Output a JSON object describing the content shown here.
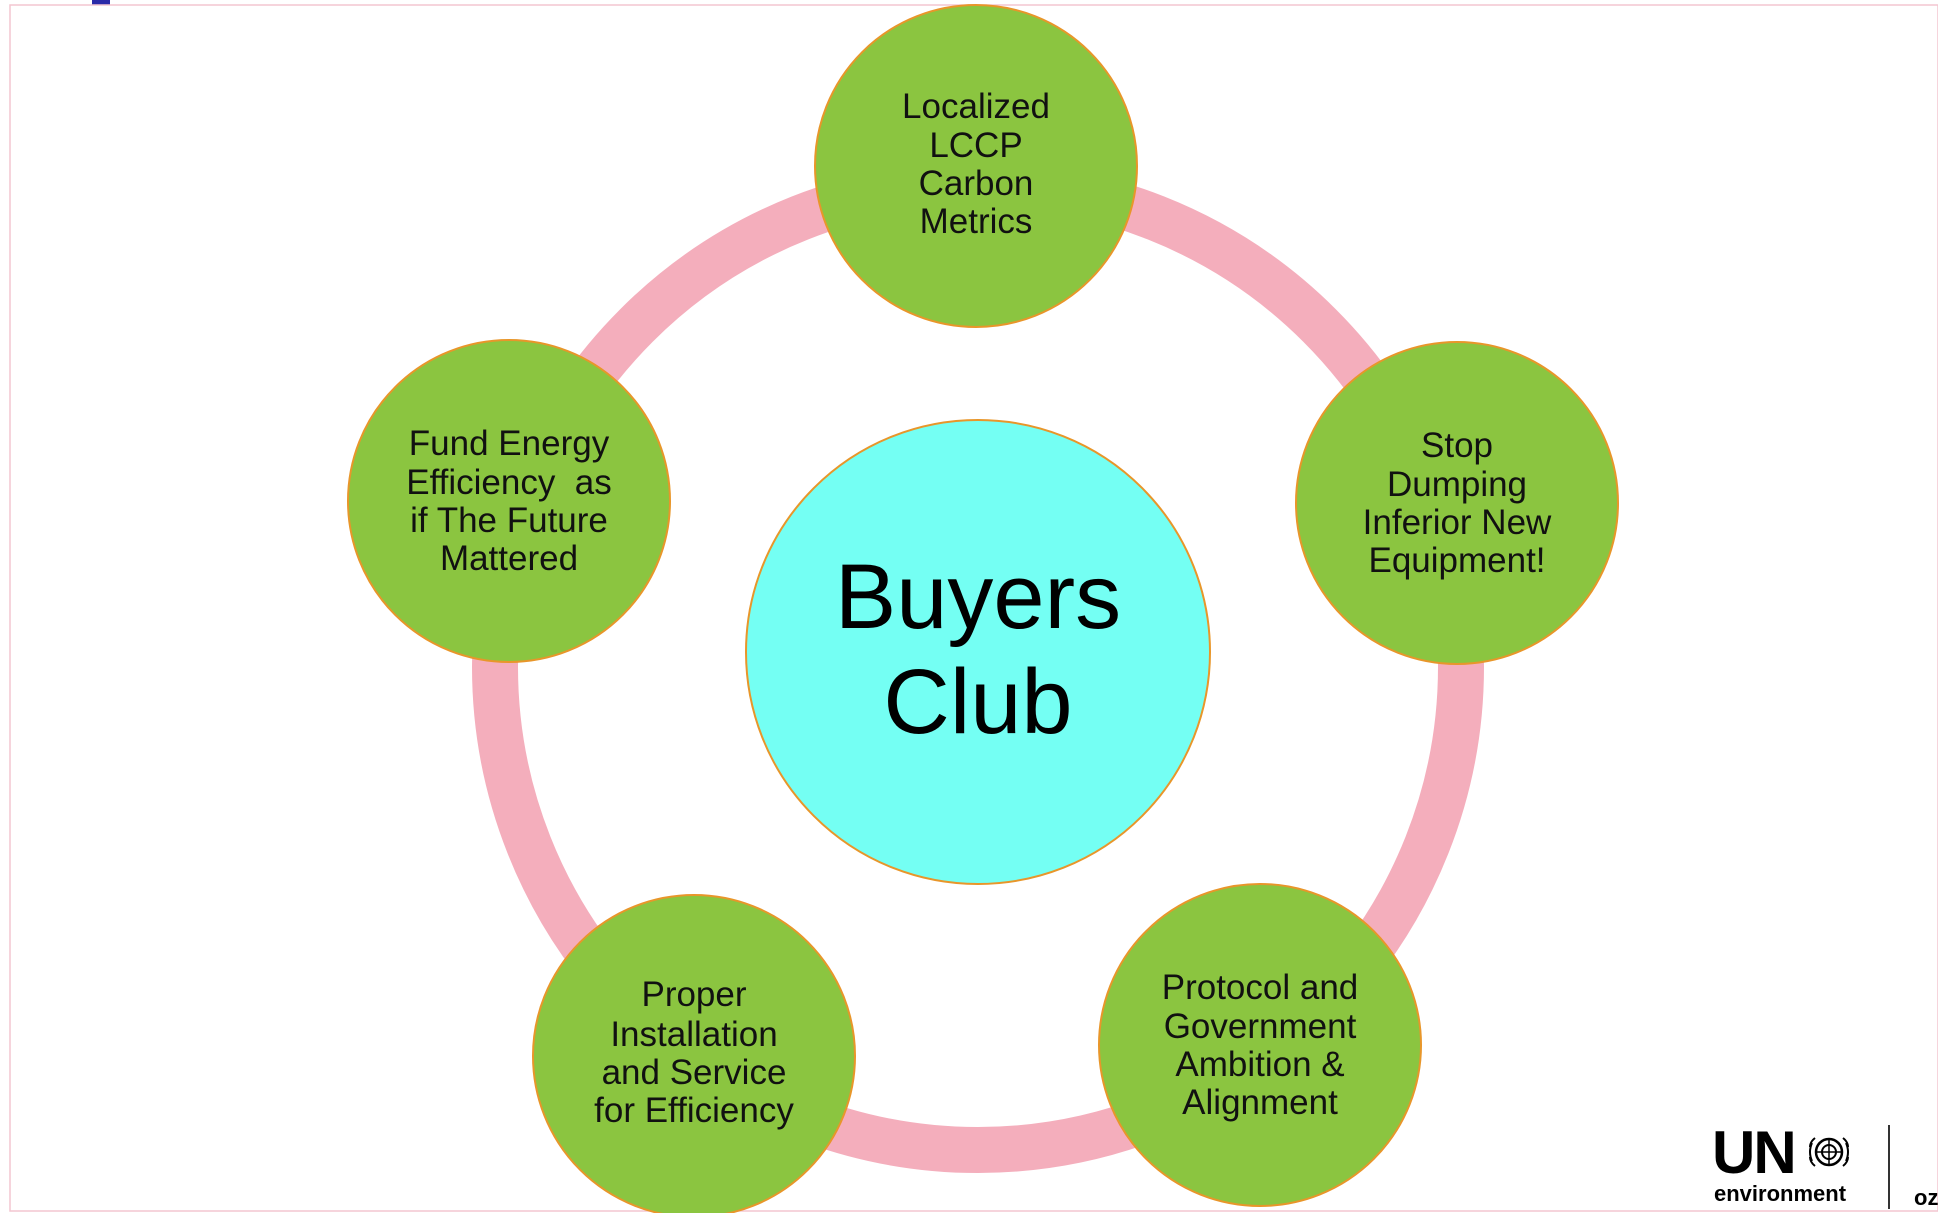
{
  "center": {
    "line1": "Buyers",
    "line2": "Club",
    "fill": "#74fff3",
    "stroke": "#e8962a"
  },
  "ring_color": "#f4aebc",
  "node_fill": "#8bc540",
  "node_stroke": "#e8962a",
  "nodes": [
    {
      "id": "lccp",
      "lines": [
        "Localized",
        "LCCP",
        "Carbon",
        "Metrics"
      ]
    },
    {
      "id": "dumping",
      "lines": [
        "Stop",
        "Dumping",
        "Inferior New",
        "Equipment!"
      ]
    },
    {
      "id": "protocol",
      "lines": [
        "Protocol and",
        "Government",
        "Ambition &",
        "Alignment"
      ]
    },
    {
      "id": "installation",
      "lines": [
        "Proper",
        "Installation",
        "and Service",
        "for Efficiency"
      ]
    },
    {
      "id": "fund",
      "lines": [
        "Fund Energy",
        "Efficiency  as",
        "if The Future",
        "Mattered"
      ]
    }
  ],
  "logo": {
    "un": "UN",
    "environment": "environment",
    "ozone": "oz",
    "emblem_icon": "un-emblem-icon"
  }
}
